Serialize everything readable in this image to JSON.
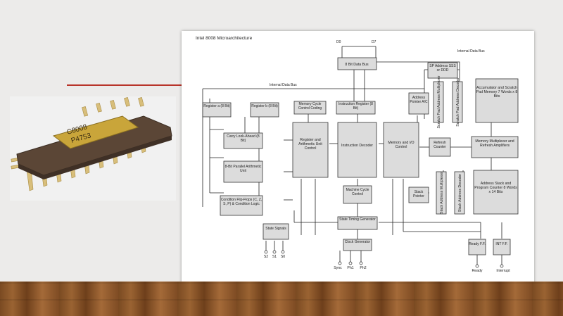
{
  "diagram": {
    "title": "Intel 8008 Microarchitecture",
    "bus_top_labels": [
      "D0",
      "D7"
    ],
    "data_bus_label": "8 Bit Data Bus",
    "internal_bus_labels": [
      "Internal Data Bus",
      "Internal Data Bus"
    ],
    "blocks": {
      "reg_a": "Register a (8 Bit)",
      "reg_b": "Register b (8 Bit)",
      "mem_cycle": "Memory Cycle Control Coding",
      "instr_reg": "Instruction Register (8 Bit)",
      "sp_addr": "SP Address SSS or DDD",
      "addr_ptr": "Address Pointer A/C",
      "scratch_mux": "Scratch Pad Address Multiplexer",
      "scratch_decoder": "Scratch Pad Address Decoder",
      "accumulator": "Accumulator and Scratch Pad Memory 7 Words x 8 Bits",
      "carry": "Carry Look-Ahead (8 Bit)",
      "alu": "8-Bit Parallel Arithmetic Unit",
      "cond_ff": "Condition Flip-Flops (C, Z, S, P) & Condition Logic",
      "reg_alu_ctrl": "Register and Arithmetic Unit Control",
      "instr_decoder": "Instruction Decoder",
      "mem_io": "Memory and I/O Control",
      "refresh_counter": "Refresh Counter",
      "mem_mux": "Memory Multiplexer and Refresh Amplifiers",
      "stack_ptr": "Stack Pointer",
      "stack_mux": "Stack Address Multiplexer",
      "stack_decoder": "Stack Address Decoder",
      "addr_stack": "Address Stack and Program Counter 8 Words x 14 Bits",
      "machine_cycle": "Machine Cycle Control",
      "state_timing": "State Timing Generator",
      "status": "State Signals",
      "clock": "Clock Generator",
      "ready_ff": "Ready F.F.",
      "int_ff": "INT F.F."
    },
    "pins": [
      "S2",
      "S1",
      "S0",
      "Sync",
      "Ph1",
      "Ph2",
      "Ready",
      "Interrupt"
    ]
  },
  "chip": {
    "marking_1": "C8008",
    "marking_2": "P4753"
  },
  "colors": {
    "floor": "#8b5a2b",
    "accent_line": "#b8342a",
    "chip_gold": "#c9a53a",
    "pin_gold": "#d8be7a",
    "block_fill": "#dcdcdc"
  }
}
